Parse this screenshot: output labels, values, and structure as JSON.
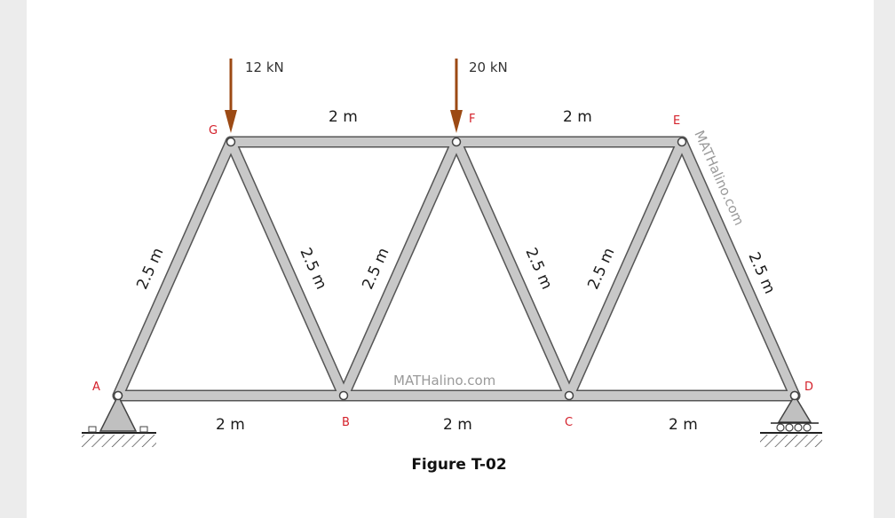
{
  "figure": {
    "caption": "Figure T-02",
    "watermark_center": "MATHalino.com",
    "watermark_side": "MATHalino.com"
  },
  "nodes": {
    "A": "A",
    "B": "B",
    "C": "C",
    "D": "D",
    "E": "E",
    "F": "F",
    "G": "G"
  },
  "loads": [
    {
      "label": "12 kN",
      "node": "G"
    },
    {
      "label": "20 kN",
      "node": "F"
    }
  ],
  "dimensions": {
    "top_GF": "2 m",
    "top_FE": "2 m",
    "bottom_AB": "2 m",
    "bottom_BC": "2 m",
    "bottom_CD": "2 m",
    "member_AG": "2.5 m",
    "member_GB": "2.5 m",
    "member_BF": "2.5 m",
    "member_FC": "2.5 m",
    "member_CE": "2.5 m",
    "member_ED": "2.5 m"
  },
  "colors": {
    "member_fill": "#c8c8c8",
    "member_stroke": "#555555",
    "load_arrow": "#9c4a14",
    "node_label": "#d4202a",
    "support_fill": "#c0c0c0"
  }
}
